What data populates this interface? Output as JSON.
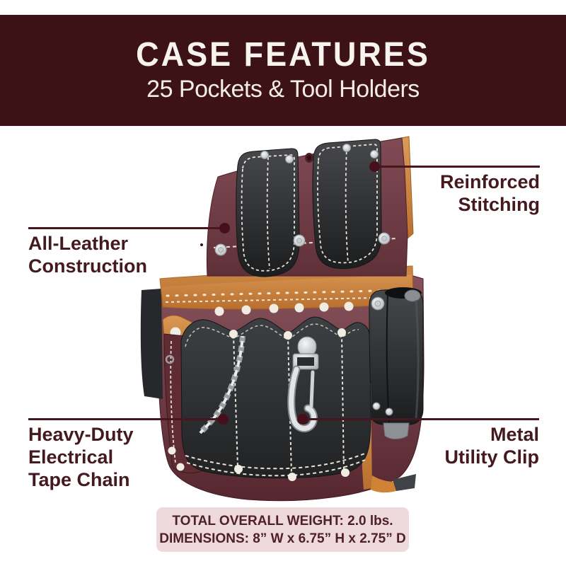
{
  "header": {
    "title": "CASE FEATURES",
    "subtitle": "25 Pockets & Tool Holders"
  },
  "callouts": {
    "reinforced_stitching": {
      "lines": [
        "Reinforced",
        "Stitching"
      ]
    },
    "all_leather": {
      "lines": [
        "All-Leather",
        "Construction"
      ]
    },
    "tape_chain": {
      "lines": [
        "Heavy-Duty",
        "Electrical",
        "Tape Chain"
      ]
    },
    "utility_clip": {
      "lines": [
        "Metal",
        "Utility Clip"
      ]
    }
  },
  "specs": {
    "weight": "TOTAL OVERALL WEIGHT: 2.0 lbs.",
    "dimensions": "DIMENSIONS: 8” W x 6.75” H x 2.75” D"
  },
  "colors": {
    "banner_background": "#3d1217",
    "banner_text": "#f7f3ee",
    "callout_text": "#441a20",
    "callout_line": "#4a161e",
    "spec_box_background": "#eed9dc",
    "spec_text": "#4f2127",
    "leather_burgundy": "#6e3a44",
    "leather_black": "#26282a",
    "leather_tan": "#cf8a49",
    "stitching": "#ece4d6",
    "metal": "#d6d9db"
  }
}
